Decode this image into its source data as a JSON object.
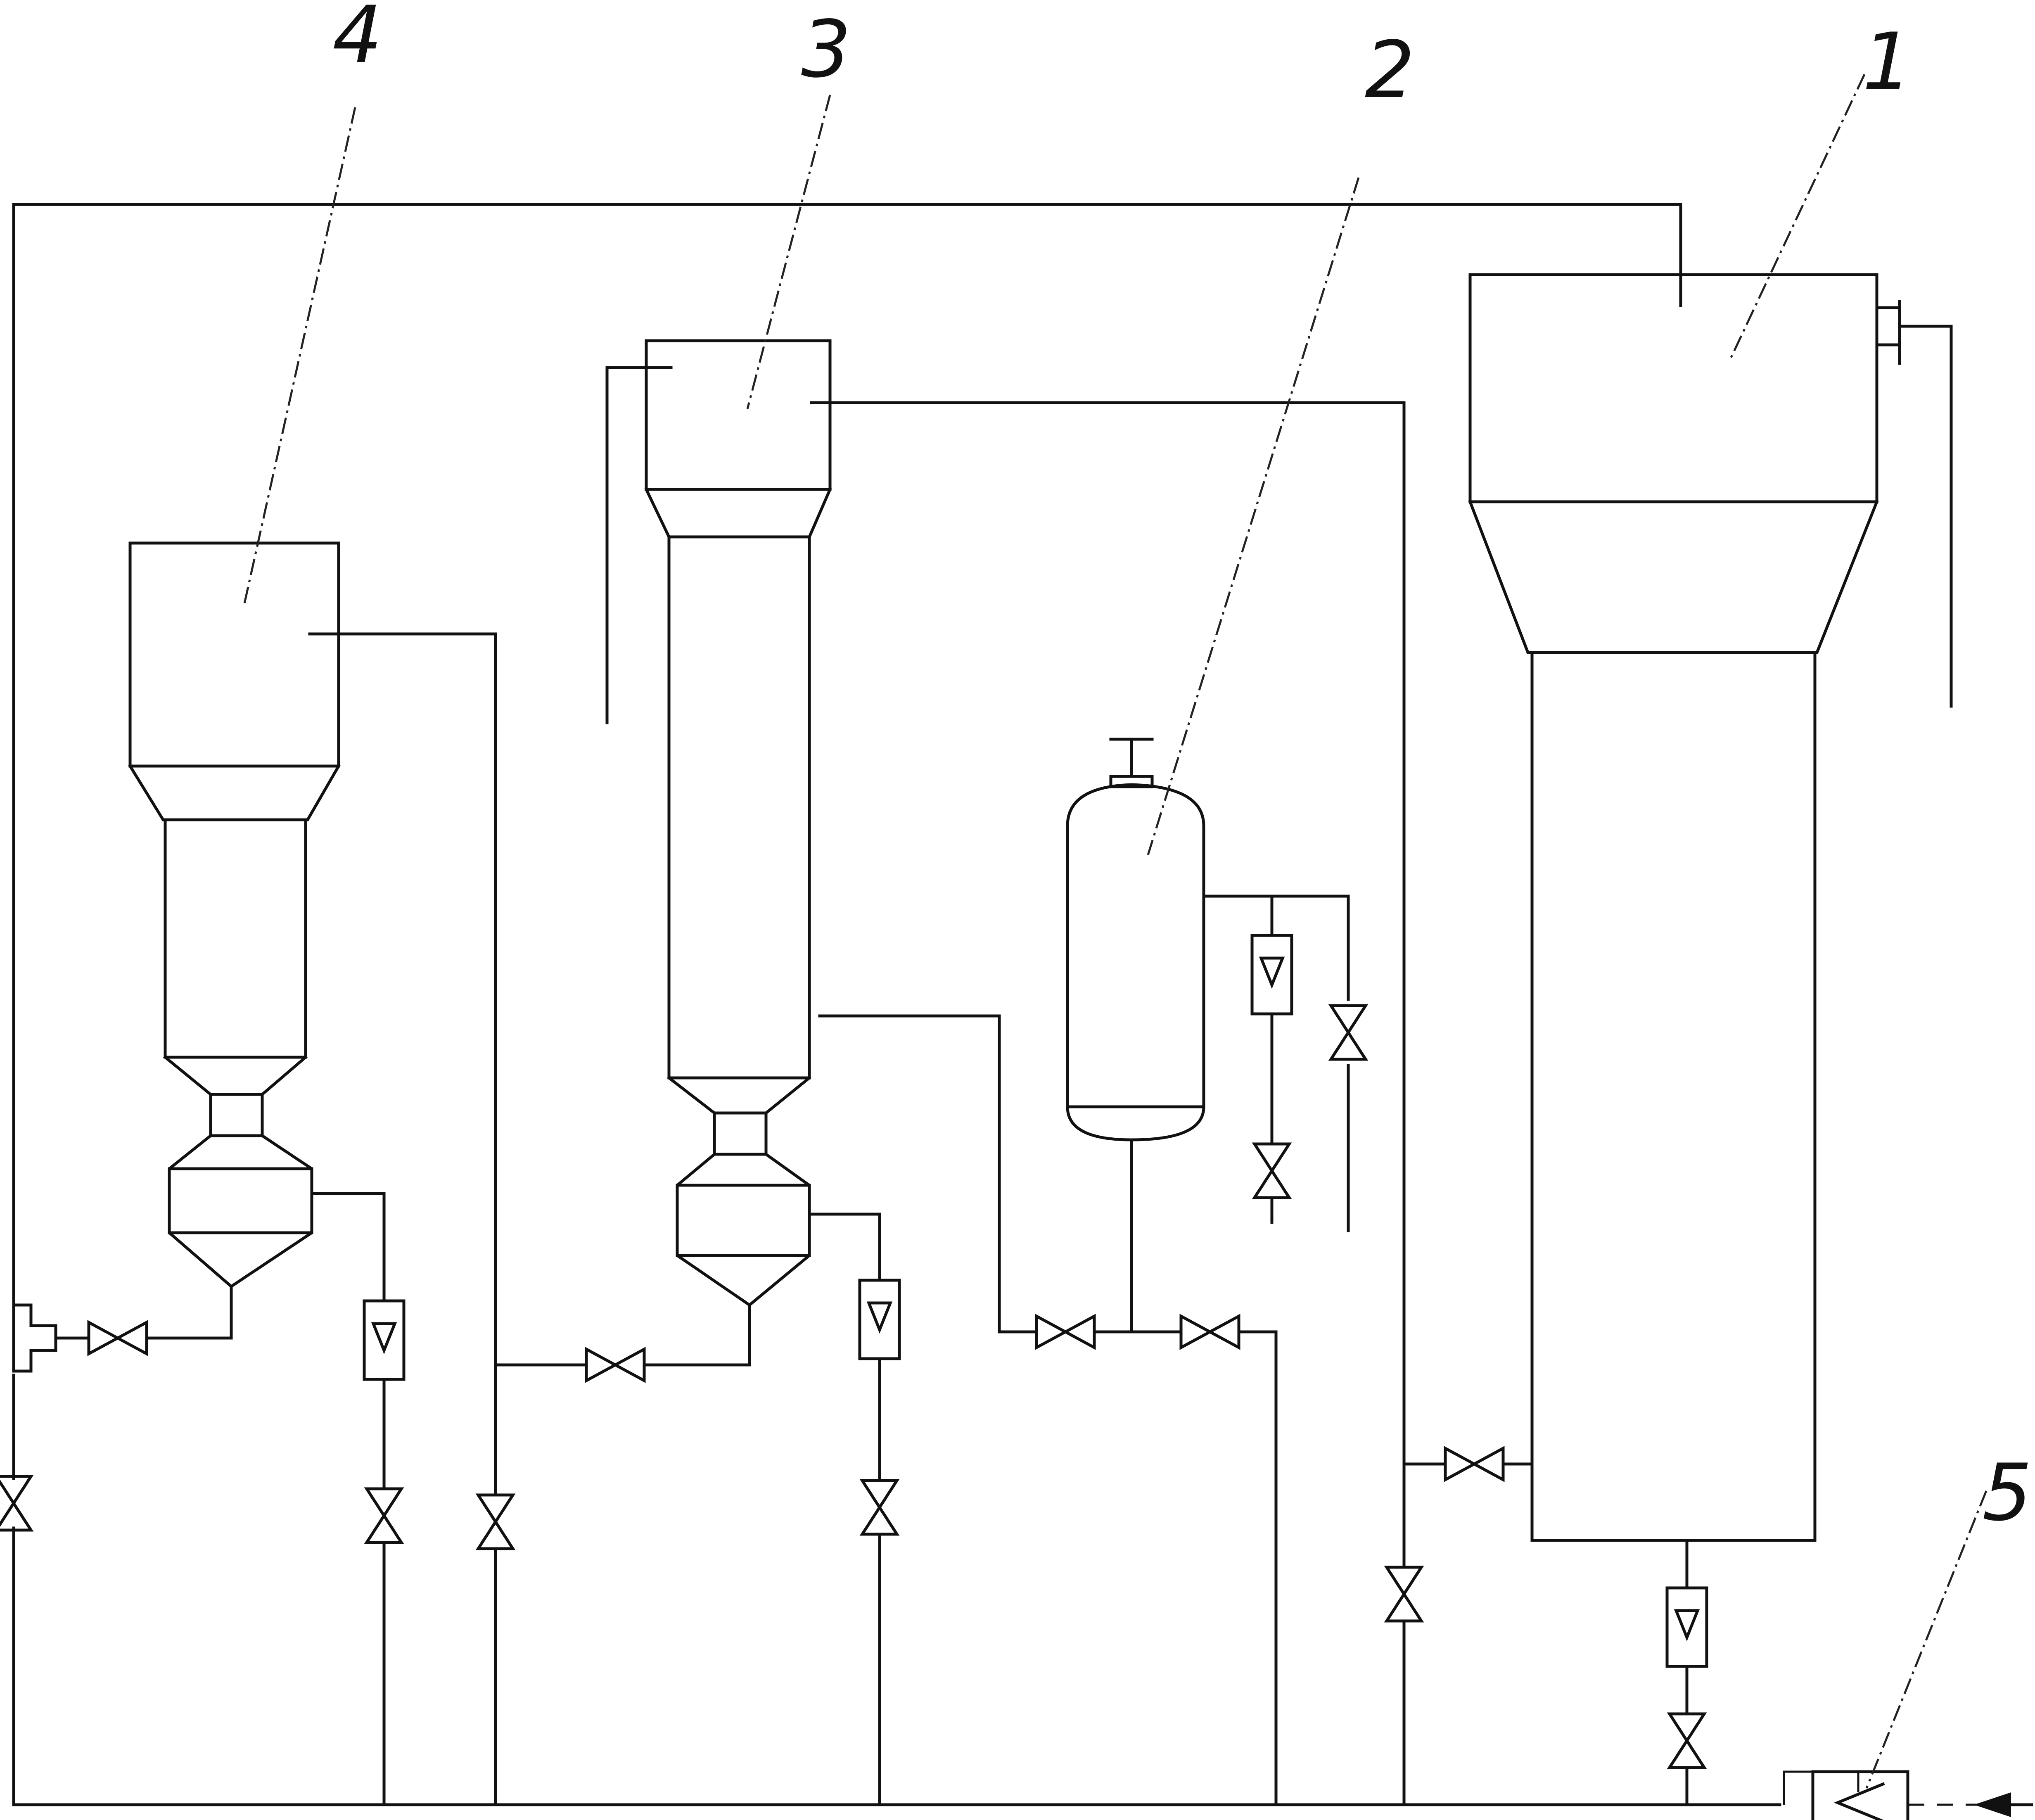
{
  "labels": {
    "unit1": "1",
    "unit2": "2",
    "unit3": "3",
    "unit4": "4",
    "unit5": "5"
  },
  "colors": {
    "line": "#111111",
    "background": "#ffffff"
  },
  "icons": [
    "valve-icon",
    "flowmeter-icon",
    "pump-icon",
    "arrow-icon",
    "trap-icon"
  ]
}
